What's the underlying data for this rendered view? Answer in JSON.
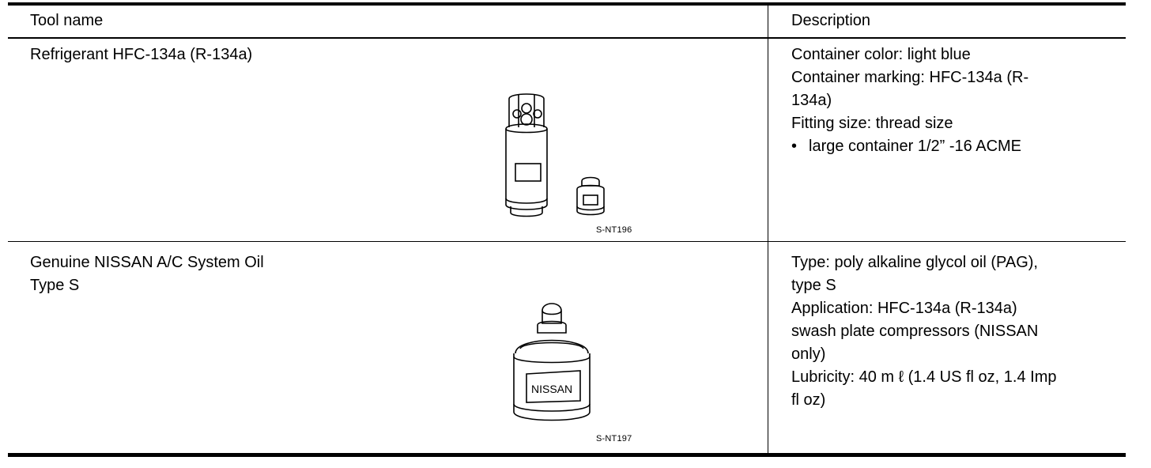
{
  "table": {
    "header": {
      "tool_name": "Tool name",
      "description": "Description"
    },
    "rows": [
      {
        "tool_name_lines": [
          "Refrigerant HFC-134a (R-134a)"
        ],
        "figure_code": "S-NT196",
        "figure_icon": "refrigerant-cylinder-icon",
        "description_lines": [
          "Container color: light blue",
          "Container marking: HFC-134a (R-",
          "134a)",
          "Fitting size: thread size"
        ],
        "description_bullet": "large container 1/2” -16 ACME"
      },
      {
        "tool_name_lines": [
          "Genuine NISSAN A/C System Oil",
          "Type S"
        ],
        "figure_code": "S-NT197",
        "figure_icon": "oil-bottle-icon",
        "figure_label": "NISSAN",
        "description_lines": [
          "Type: poly alkaline glycol oil (PAG),",
          "type S",
          "Application: HFC-134a (R-134a)",
          "swash plate compressors (NISSAN",
          "only)",
          "Lubricity: 40 m ℓ  (1.4 US fl oz, 1.4 Imp",
          "fl oz)"
        ]
      }
    ]
  }
}
